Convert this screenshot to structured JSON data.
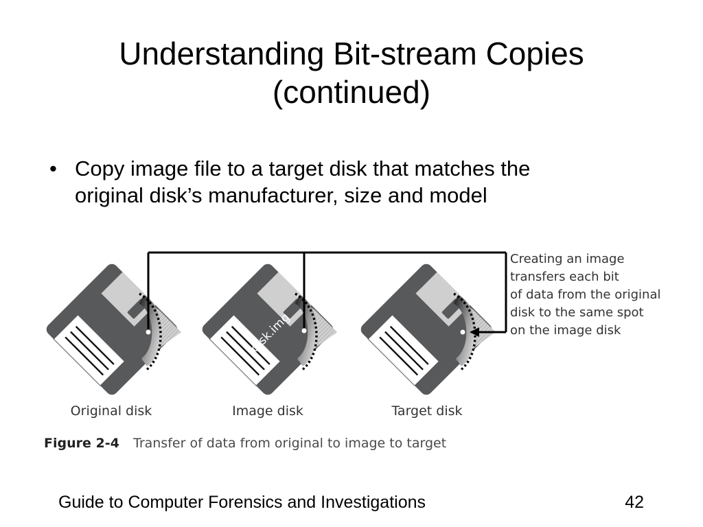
{
  "slide": {
    "title_line1": "Understanding Bit-stream Copies",
    "title_line2": "(continued)",
    "bullets": [
      {
        "text_line1": "Copy image file to a target disk that matches the",
        "text_line2": "original disk’s manufacturer, size and model"
      }
    ],
    "bullet_symbol": "•"
  },
  "figure": {
    "disks": [
      {
        "label": "Original disk"
      },
      {
        "label": "Image disk",
        "overlay_text": "disk.img"
      },
      {
        "label": "Target disk"
      }
    ],
    "annotation_lines": [
      "Creating an image",
      "transfers each bit",
      "of data from the original",
      "disk to the same spot",
      "on the image disk"
    ],
    "caption_label": "Figure 2-4",
    "caption_text": "Transfer of data from original to image to target"
  },
  "footer": {
    "course": "Guide to Computer Forensics and Investigations",
    "page_number": "42"
  },
  "colors": {
    "disk_body": "#58595b",
    "disk_shutter_light": "#c9c9c9",
    "disk_label": "#ffffff",
    "line": "#000000",
    "caption_gray": "#4a4a4a"
  },
  "icons": [
    "floppy-disk-icon",
    "arrow-left-icon"
  ]
}
